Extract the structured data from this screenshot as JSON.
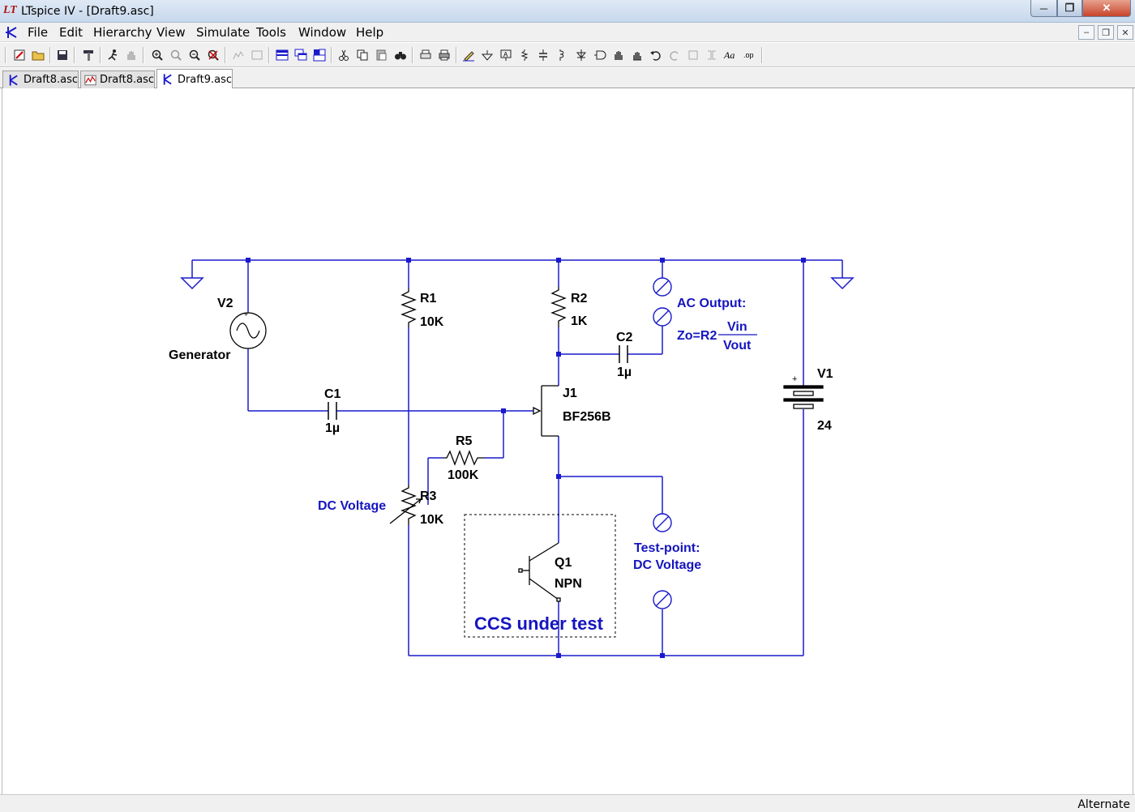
{
  "window": {
    "title": "LTspice IV - [Draft9.asc]",
    "app_logo": "LT",
    "controls": {
      "minimize": "─",
      "maximize": "❐",
      "close": "✕"
    }
  },
  "menu": {
    "items": [
      "File",
      "Edit",
      "Hierarchy",
      "View",
      "Simulate",
      "Tools",
      "Window",
      "Help"
    ],
    "mdi_controls": [
      "‒",
      "❐",
      "✕"
    ]
  },
  "tabs": [
    {
      "label": "Draft8.asc",
      "icon": "schematic-icon",
      "active": false
    },
    {
      "label": "Draft8.asc",
      "icon": "waveform-icon",
      "active": false
    },
    {
      "label": "Draft9.asc",
      "icon": "schematic-icon",
      "active": true
    }
  ],
  "schematic": {
    "components": {
      "V2": {
        "name": "V2",
        "value": "Generator"
      },
      "R1": {
        "name": "R1",
        "value": "10K"
      },
      "R2": {
        "name": "R2",
        "value": "1K"
      },
      "C2": {
        "name": "C2",
        "value": "1µ"
      },
      "C1": {
        "name": "C1",
        "value": "1µ"
      },
      "J1": {
        "name": "J1",
        "value": "BF256B"
      },
      "R5": {
        "name": "R5",
        "value": "100K"
      },
      "R3": {
        "name": "R3",
        "value": "10K"
      },
      "Q1": {
        "name": "Q1",
        "value": "NPN"
      },
      "V1": {
        "name": "V1",
        "value": "24"
      }
    },
    "annotations": {
      "ac_output": "AC Output:",
      "zo_prefix": "Zo=R2",
      "vin": "Vin",
      "vout": "Vout",
      "dc_voltage_pot": "DC Voltage",
      "testpoint_line1": "Test-point:",
      "testpoint_line2": "DC Voltage",
      "ccs_box": "CCS under test",
      "v2_plus": "+",
      "v1_plus": "+"
    },
    "colors": {
      "wire": "#1a1acc",
      "component": "#000000",
      "text_blue": "#1515c0"
    }
  },
  "status": {
    "text": "Alternate"
  }
}
